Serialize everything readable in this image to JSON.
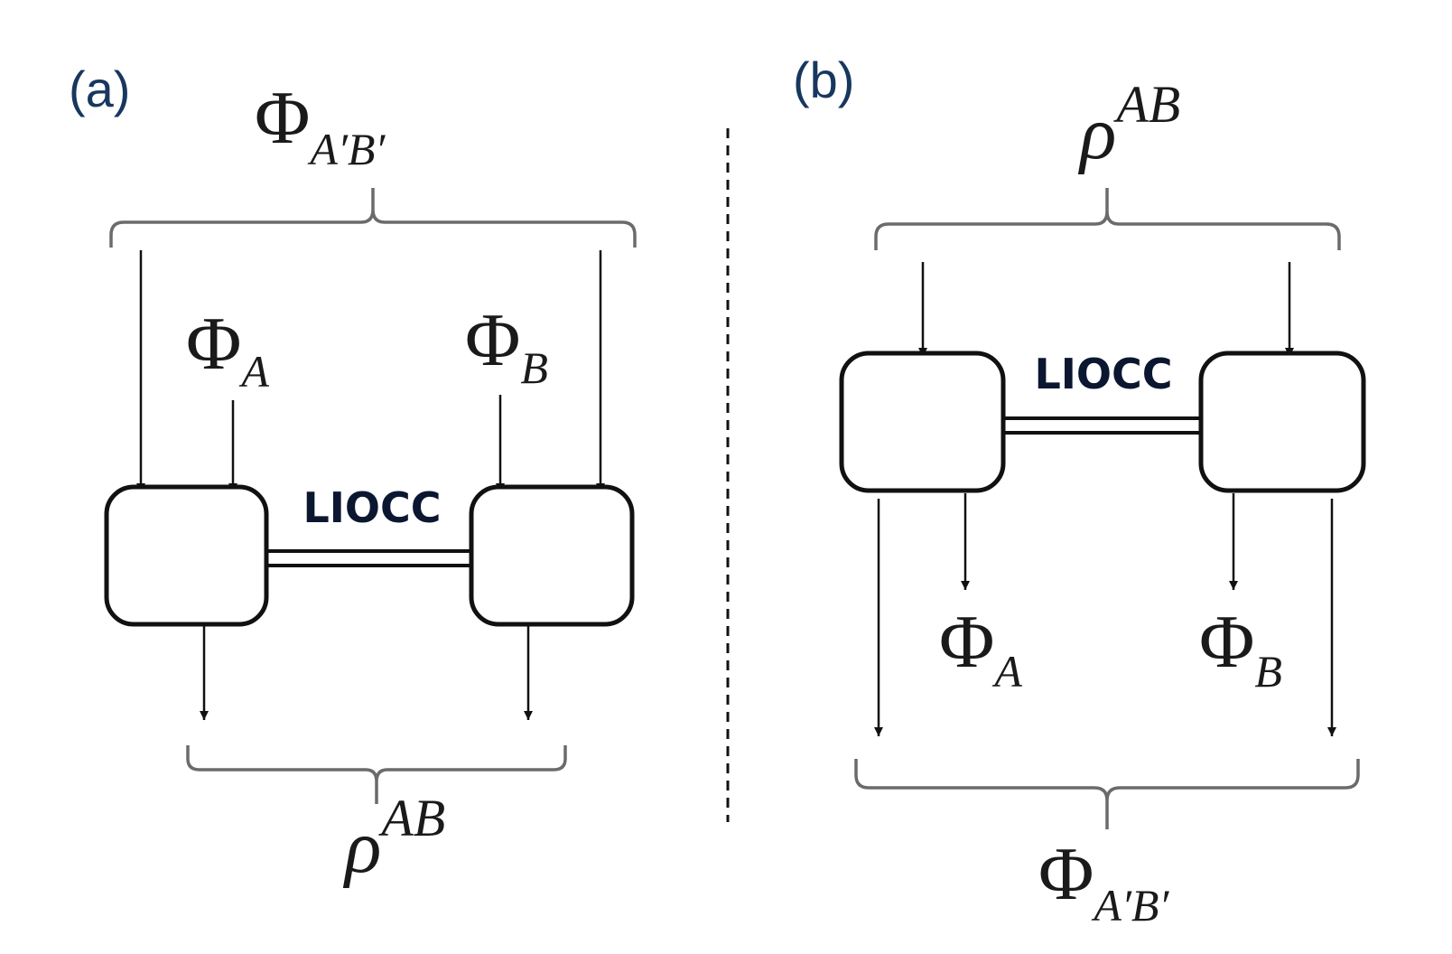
{
  "panel_a": {
    "label": "(a)",
    "top_state": {
      "symbol": "Φ",
      "subscript": "A′B′"
    },
    "input_a": {
      "symbol": "Φ",
      "subscript": "A"
    },
    "input_b": {
      "symbol": "Φ",
      "subscript": "B"
    },
    "channel_label": "LIOCC",
    "bottom_state": {
      "symbol": "ρ",
      "superscript": "AB"
    }
  },
  "panel_b": {
    "label": "(b)",
    "top_state": {
      "symbol": "ρ",
      "superscript": "AB"
    },
    "channel_label": "LIOCC",
    "output_a": {
      "symbol": "Φ",
      "subscript": "A"
    },
    "output_b": {
      "symbol": "Φ",
      "subscript": "B"
    },
    "bottom_state": {
      "symbol": "Φ",
      "subscript": "A′B′"
    }
  }
}
